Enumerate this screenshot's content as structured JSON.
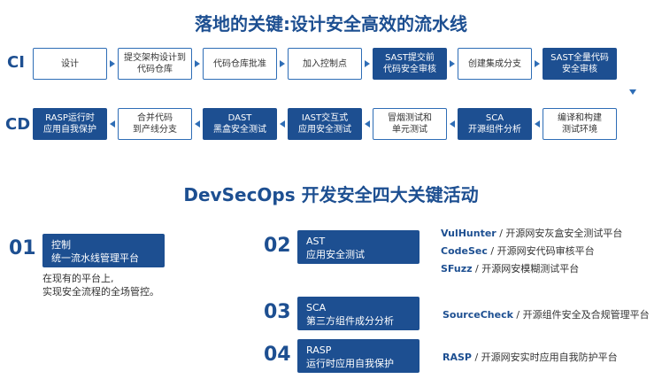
{
  "pipeline_title": "落地的关键:设计安全高效的流水线",
  "ci_label": "CI",
  "cd_label": "CD",
  "ci_steps": [
    {
      "label": "设计",
      "filled": false
    },
    {
      "label": "提交架构设计到\n代码仓库",
      "filled": false
    },
    {
      "label": "代码仓库批准",
      "filled": false
    },
    {
      "label": "加入控制点",
      "filled": false
    },
    {
      "label": "SAST提交前\n代码安全审核",
      "filled": true
    },
    {
      "label": "创建集成分支",
      "filled": false
    },
    {
      "label": "SAST全量代码\n安全审核",
      "filled": true
    }
  ],
  "cd_steps": [
    {
      "label": "RASP运行时\n应用自我保护",
      "filled": true
    },
    {
      "label": "合并代码\n到产线分支",
      "filled": false
    },
    {
      "label": "DAST\n黑盒安全测试",
      "filled": true
    },
    {
      "label": "IAST交互式\n应用安全测试",
      "filled": true
    },
    {
      "label": "冒烟测试和\n单元测试",
      "filled": false
    },
    {
      "label": "SCA\n开源组件分析",
      "filled": true
    },
    {
      "label": "编译和构建\n测试环境",
      "filled": false
    }
  ],
  "activities_title": "DevSecOps 开发安全四大关键活动",
  "activities": [
    {
      "num": "01",
      "line1": "控制",
      "line2": "统一流水线管理平台",
      "desc1": "在现有的平台上,",
      "desc2": "实现安全流程的全场管控。"
    },
    {
      "num": "02",
      "line1": "AST",
      "line2": "应用安全测试"
    },
    {
      "num": "03",
      "line1": "SCA",
      "line2": "第三方组件成分分析"
    },
    {
      "num": "04",
      "line1": "RASP",
      "line2": "运行时应用自我保护"
    }
  ],
  "tools": [
    {
      "name": "VulHunter",
      "desc": " / 开源网安灰盒安全测试平台"
    },
    {
      "name": "CodeSec",
      "desc": " / 开源网安代码审核平台"
    },
    {
      "name": "SFuzz",
      "desc": " / 开源网安模糊测试平台"
    },
    {
      "name": "SourceCheck",
      "desc": " / 开源组件安全及合规管理平台"
    },
    {
      "name": "RASP",
      "desc": " / 开源网安实时应用自我防护平台"
    }
  ]
}
